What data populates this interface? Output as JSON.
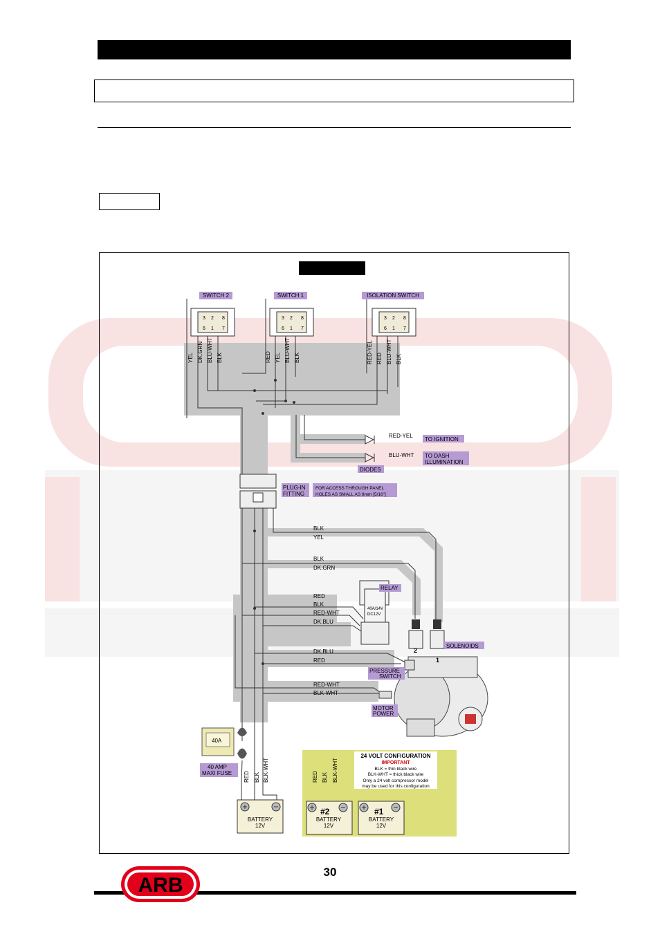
{
  "page": {
    "number": "30"
  },
  "logo": {
    "text": "ARB",
    "red": "#e2001a",
    "black": "#000000"
  },
  "colors": {
    "harness": "#c8c8c8",
    "label_bg": "#b59ad3",
    "config_bg": "#dde07a",
    "watermark": "#f2c4c4"
  },
  "diagram": {
    "switches": [
      {
        "label": "SWITCH 2",
        "pins": [
          "3",
          "2",
          "8",
          "6",
          "1",
          "7"
        ],
        "wires": [
          "YEL",
          "DK.GRN",
          "BLU-WHT",
          "BLK"
        ]
      },
      {
        "label": "SWITCH 1",
        "pins": [
          "3",
          "2",
          "8",
          "6",
          "1",
          "7"
        ],
        "wires": [
          "RED",
          "YEL",
          "BLU-WHT",
          "BLK"
        ]
      },
      {
        "label": "ISOLATION SWITCH",
        "pins": [
          "3",
          "2",
          "8",
          "6",
          "1",
          "7"
        ],
        "wires": [
          "RED-YEL",
          "RED",
          "BLU-WHT",
          "BLK"
        ]
      }
    ],
    "diodes": {
      "label": "DIODES",
      "wire1": "RED-YEL",
      "dest1": "TO IGNITION",
      "wire2": "BLU-WHT",
      "dest2_line1": "TO DASH",
      "dest2_line2": "ILLUMINATION"
    },
    "plug": {
      "line1": "PLUG-IN",
      "line2": "FITTING",
      "note1": "FOR ACCESS THROUGH PANEL",
      "note2": "HOLES AS SMALL AS 8mm [5/16\"]"
    },
    "wires": {
      "blk": "BLK",
      "yel": "YEL",
      "dkgrn": "DK.GRN",
      "red": "RED",
      "redwht": "RED-WHT",
      "dkblu": "DK.BLU",
      "blkwht": "BLK-WHT"
    },
    "relay": {
      "label": "RELAY",
      "marking1": "40A/14V",
      "marking2": "DC12V"
    },
    "solenoids": {
      "label": "SOLENOIDS",
      "num1": "2",
      "num2": "1"
    },
    "pressure_switch": {
      "line1": "PRESSURE",
      "line2": "SWITCH"
    },
    "motor_power": {
      "line1": "MOTOR",
      "line2": "POWER"
    },
    "fuse": {
      "line1": "40 AMP",
      "line2": "MAXI FUSE",
      "marking": "40A"
    },
    "battery": {
      "line1": "BATTERY",
      "line2": "12V",
      "wire_red": "RED",
      "wire_blk": "BLK",
      "wire_blkwht": "BLK-WHT"
    },
    "config24": {
      "title": "24 VOLT CONFIGURATION",
      "important": "IMPORTANT",
      "note1": "BLK = thin black wire",
      "note2": "BLK-WHT = thick black wire",
      "note3": "Only a 24 volt compressor model",
      "note4": "may be used for this configuration",
      "bat2_num": "#2",
      "bat1_num": "#1",
      "bat_line1": "BATTERY",
      "bat_line2": "12V",
      "wire_red": "RED",
      "wire_blk": "BLK",
      "wire_blkwht": "BLK-WHT"
    }
  }
}
